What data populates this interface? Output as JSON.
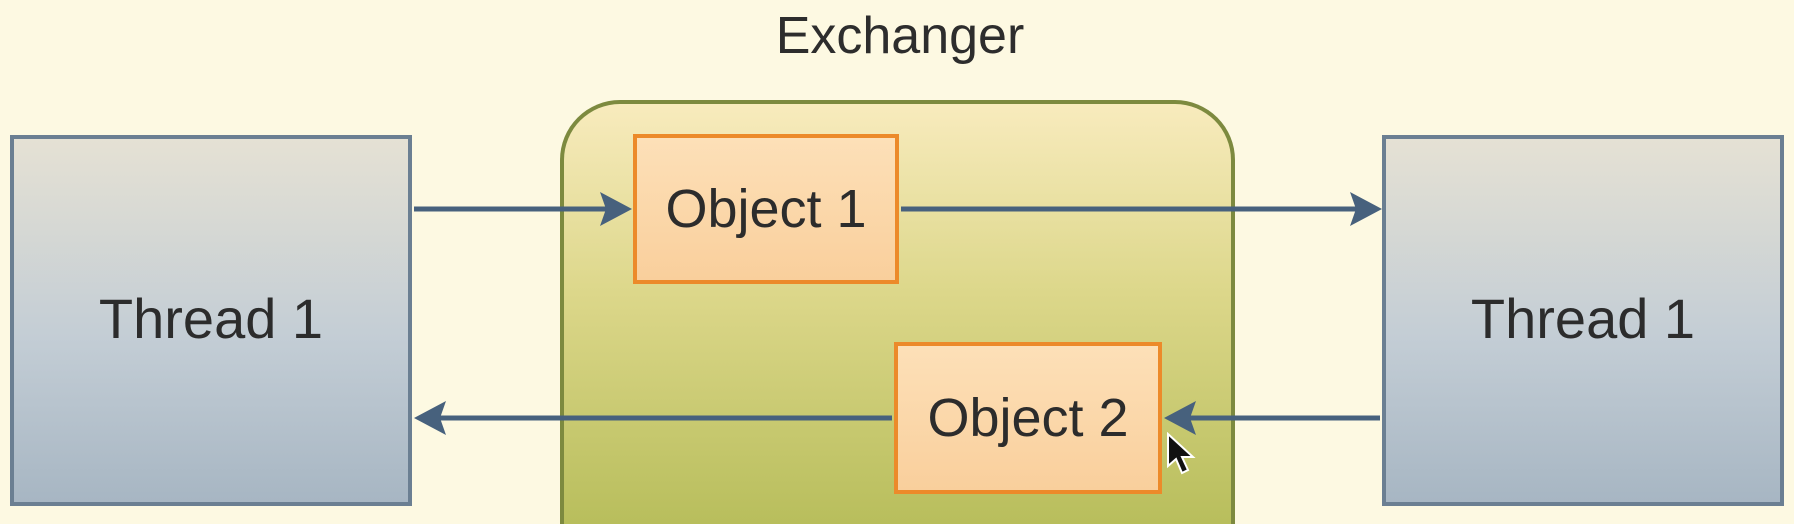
{
  "diagram": {
    "title": "Exchanger",
    "left_thread": {
      "label": "Thread 1"
    },
    "right_thread": {
      "label": "Thread 1"
    },
    "exchanger": {
      "object_1": {
        "label": "Object 1"
      },
      "object_2": {
        "label": "Object 2"
      }
    },
    "colors": {
      "background": "#fdf9e2",
      "thread_border": "#6b7f92",
      "exchanger_border": "#7d8a3f",
      "object_border": "#ec8a2a",
      "arrow": "#47617d"
    }
  }
}
